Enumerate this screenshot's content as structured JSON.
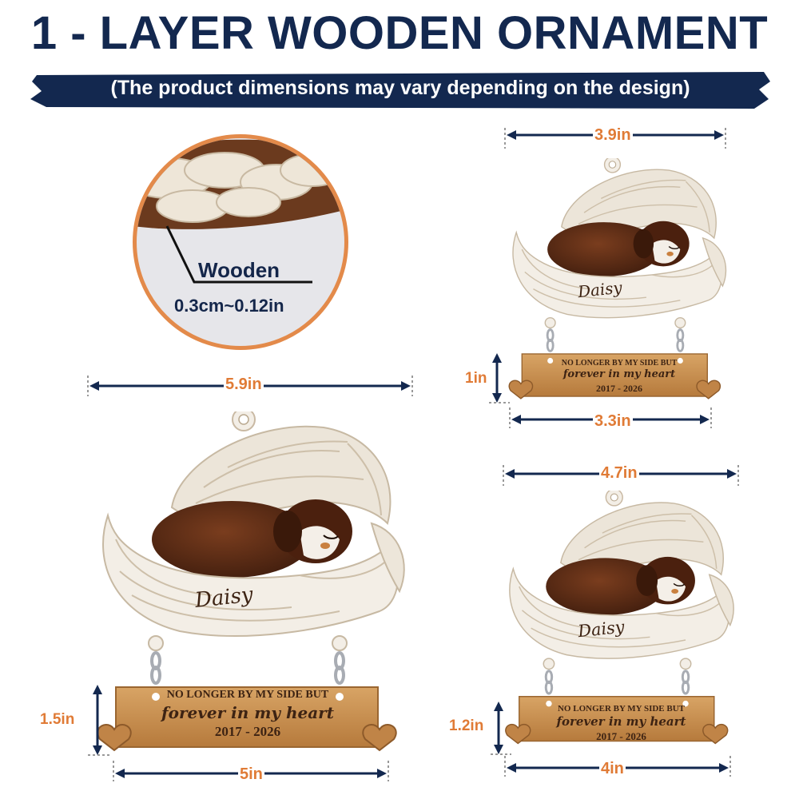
{
  "title": "1 - LAYER WOODEN ORNAMENT",
  "subtitle": "(The product dimensions may vary depending on the design)",
  "material": {
    "label": "Wooden",
    "thickness": "0.3cm~0.12in"
  },
  "ornament": {
    "name": "Daisy",
    "line1": "NO LONGER BY MY SIDE BUT",
    "line2": "forever in my heart",
    "years": "2017 - 2026"
  },
  "sizes": {
    "large": {
      "width": "5.9in",
      "plaque_height": "1.5in",
      "plaque_width": "5in"
    },
    "small": {
      "width": "3.9in",
      "plaque_height": "1in",
      "plaque_width": "3.3in"
    },
    "medium": {
      "width": "4.7in",
      "plaque_height": "1.2in",
      "plaque_width": "4in"
    }
  },
  "colors": {
    "navy": "#13284f",
    "orange": "#e07b36",
    "wood": "#c9904f",
    "feather": "#f1ece3"
  }
}
